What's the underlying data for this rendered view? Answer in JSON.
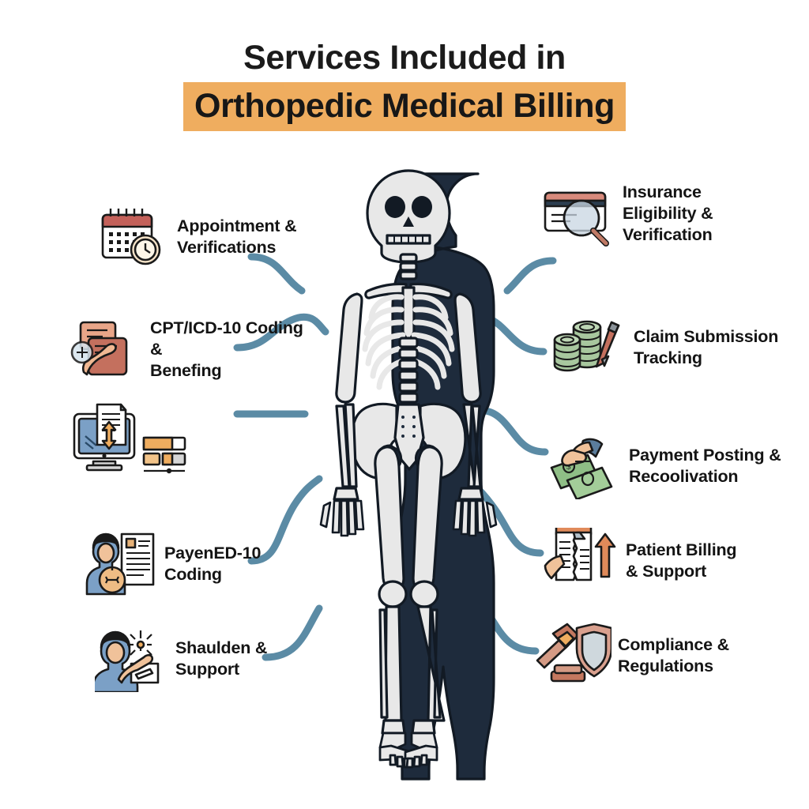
{
  "title": {
    "line1": "Services Included in",
    "line2": "Orthopedic Medical Billing",
    "highlight_color": "#efad5f",
    "text_color": "#171717"
  },
  "theme": {
    "background": "#ffffff",
    "connector_color": "#5b8ba5",
    "bone_color": "#e8e8e8",
    "body_silhouette_color": "#1e2b3c",
    "outline_color": "#121a24",
    "label_color": "#141414"
  },
  "center_graphic": {
    "name": "human-skeleton-illustration",
    "description": "Full body skeleton with dark navy body silhouette and light gray bones"
  },
  "services": {
    "left": [
      {
        "label_lines": [
          "Appointment &",
          "Verifications"
        ],
        "icon": "calendar-clock-icon",
        "icon_colors": {
          "primary": "#c4615a",
          "secondary": "#f6e3c8"
        }
      },
      {
        "label_lines": [
          "CPT/ICD-10 Coding &",
          "Benefing"
        ],
        "icon": "coding-documents-hand-icon",
        "icon_colors": {
          "primary": "#c4705e",
          "secondary": "#e9a886"
        }
      },
      {
        "label_lines": [],
        "icon": "monitor-document-upload-icon",
        "icon_colors": {
          "primary": "#7b9fc4",
          "secondary": "#efad5f"
        }
      },
      {
        "label_lines": [
          "PayenED-10",
          "Coding"
        ],
        "icon": "person-document-clock-icon",
        "icon_colors": {
          "primary": "#6f97c0",
          "secondary": "#efbc84"
        }
      },
      {
        "label_lines": [
          "Shaulden &",
          "Support"
        ],
        "icon": "person-writing-support-icon",
        "icon_colors": {
          "primary": "#6f97c0",
          "secondary": "#f0c29a"
        }
      }
    ],
    "right": [
      {
        "label_lines": [
          "Insurance",
          "Eligibility &",
          "Verification"
        ],
        "icon": "insurance-card-magnifier-icon",
        "icon_colors": {
          "primary": "#d88a7c",
          "secondary": "#c9d6e2"
        }
      },
      {
        "label_lines": [
          "Claim Submission",
          "Tracking"
        ],
        "icon": "coin-stacks-pen-icon",
        "icon_colors": {
          "primary": "#a8c79e",
          "secondary": "#c4705e"
        }
      },
      {
        "label_lines": [
          "Payment Posting &",
          "Recoolivation"
        ],
        "icon": "hand-cash-icon",
        "icon_colors": {
          "primary": "#8fbe86",
          "secondary": "#f0c29a"
        }
      },
      {
        "label_lines": [
          "Patient Billing",
          "& Support"
        ],
        "icon": "torn-document-arrow-icon",
        "icon_colors": {
          "primary": "#e08a5a",
          "secondary": "#f0c29a"
        }
      },
      {
        "label_lines": [
          "Compliance &",
          "Regulations"
        ],
        "icon": "gavel-shield-icon",
        "icon_colors": {
          "primary": "#c4785f",
          "secondary": "#d9b0a0"
        }
      }
    ]
  }
}
